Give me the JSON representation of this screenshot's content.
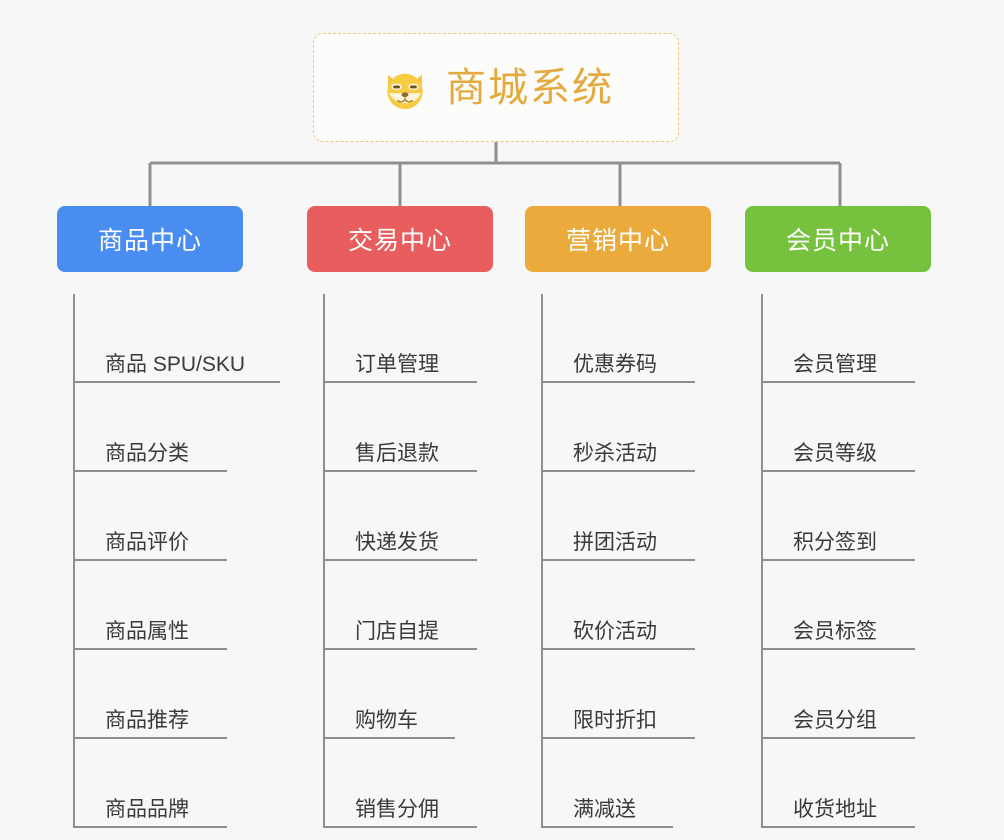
{
  "root": {
    "title": "商城系统",
    "icon": "shiba-dog-icon",
    "border_color": "#f0c674",
    "title_color": "#e5aa3f",
    "background": "#fcfcfa"
  },
  "canvas": {
    "background": "#f7f7f7",
    "connector_color": "#8f8f8f"
  },
  "branches": [
    {
      "label": "商品中心",
      "color": "#4a8df0",
      "leaves": [
        {
          "label": "商品 SPU/SKU",
          "underline_width": 205
        },
        {
          "label": "商品分类",
          "underline_width": 152
        },
        {
          "label": "商品评价",
          "underline_width": 152
        },
        {
          "label": "商品属性",
          "underline_width": 152
        },
        {
          "label": "商品推荐",
          "underline_width": 152
        },
        {
          "label": "商品品牌",
          "underline_width": 152
        }
      ]
    },
    {
      "label": "交易中心",
      "color": "#e85d5d",
      "leaves": [
        {
          "label": "订单管理",
          "underline_width": 152
        },
        {
          "label": "售后退款",
          "underline_width": 152
        },
        {
          "label": "快递发货",
          "underline_width": 152
        },
        {
          "label": "门店自提",
          "underline_width": 152
        },
        {
          "label": "购物车",
          "underline_width": 130
        },
        {
          "label": "销售分佣",
          "underline_width": 152
        }
      ]
    },
    {
      "label": "营销中心",
      "color": "#eaaa3c",
      "leaves": [
        {
          "label": "优惠券码",
          "underline_width": 152
        },
        {
          "label": "秒杀活动",
          "underline_width": 152
        },
        {
          "label": "拼团活动",
          "underline_width": 152
        },
        {
          "label": "砍价活动",
          "underline_width": 152
        },
        {
          "label": "限时折扣",
          "underline_width": 152
        },
        {
          "label": "满减送",
          "underline_width": 130
        }
      ]
    },
    {
      "label": "会员中心",
      "color": "#76c13e",
      "leaves": [
        {
          "label": "会员管理",
          "underline_width": 152
        },
        {
          "label": "会员等级",
          "underline_width": 152
        },
        {
          "label": "积分签到",
          "underline_width": 152
        },
        {
          "label": "会员标签",
          "underline_width": 152
        },
        {
          "label": "会员分组",
          "underline_width": 152
        },
        {
          "label": "收货地址",
          "underline_width": 152
        }
      ]
    }
  ]
}
